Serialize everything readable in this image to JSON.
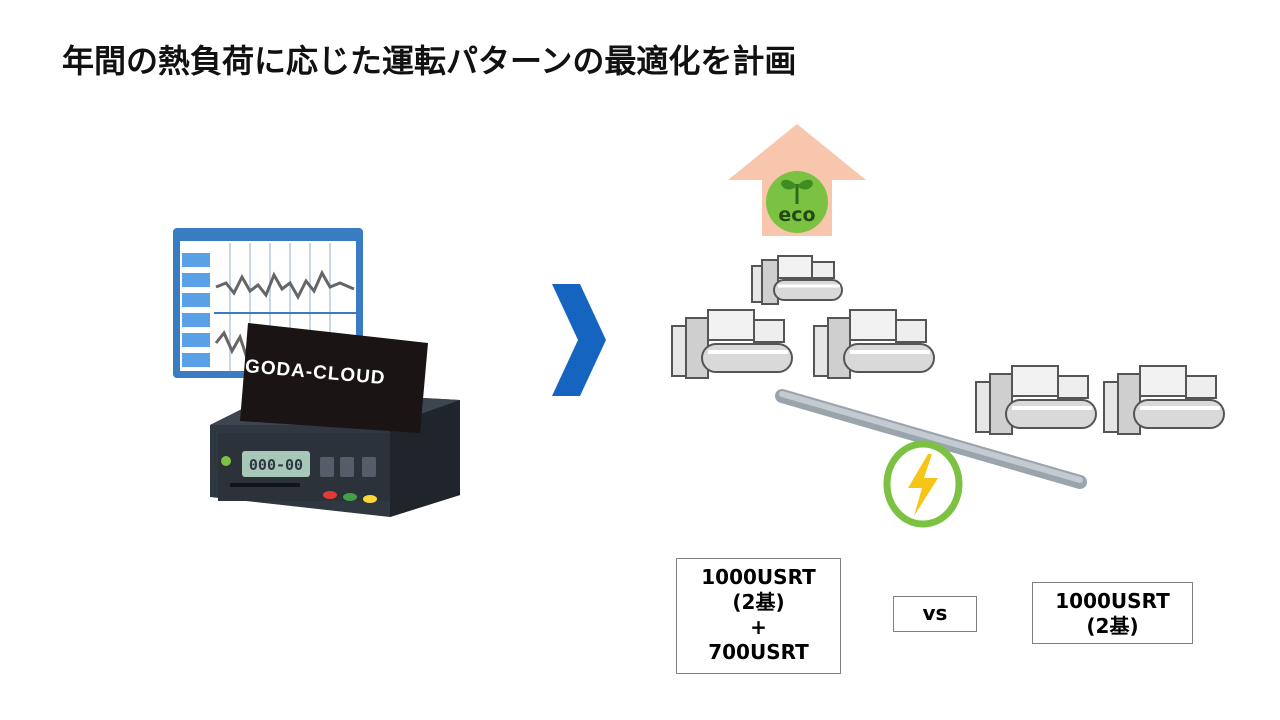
{
  "slide": {
    "title": "年間の熱負荷に応じた運転パターンの最適化を計画"
  },
  "device": {
    "logo_text": "GODA-CLOUD",
    "display_text": "000-00"
  },
  "badges": {
    "eco_label": "eco"
  },
  "comparison": {
    "left_option": {
      "line1": "1000USRT",
      "line2": "(2基)",
      "line3": "+",
      "line4": "700USRT"
    },
    "vs_label": "vs",
    "right_option": {
      "line1": "1000USRT",
      "line2": "(2基)"
    }
  },
  "colors": {
    "arrow_blue": "#1565c0",
    "eco_green": "#7cc242",
    "up_arrow_peach": "#f8c6ac",
    "lightning": "#f5c518",
    "spreadsheet_blue": "#3a7cc4"
  }
}
